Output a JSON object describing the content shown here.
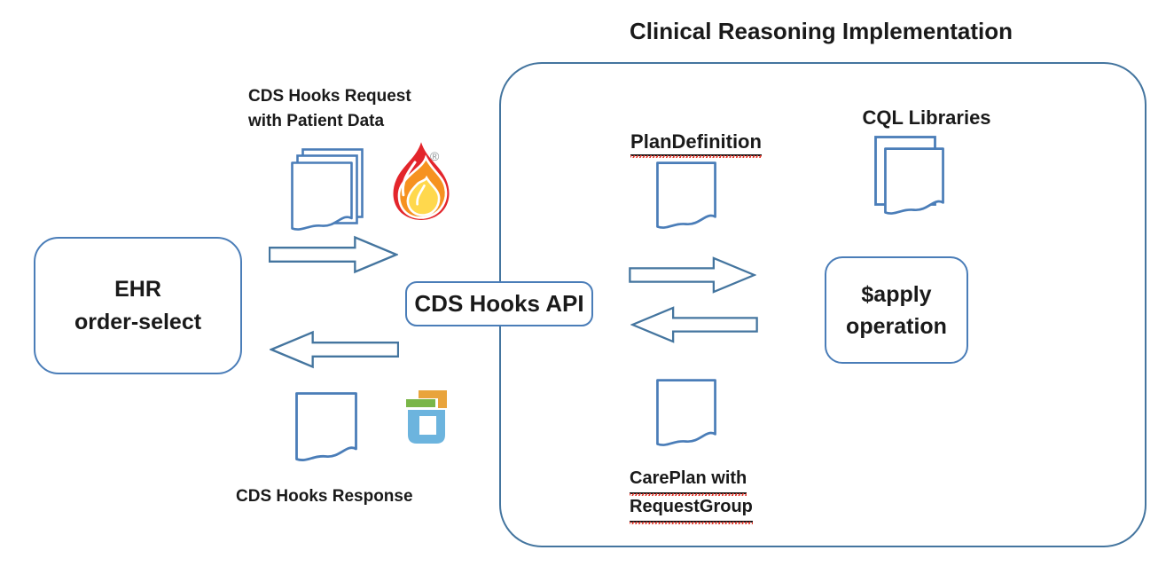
{
  "title": "Clinical Reasoning Implementation",
  "colors": {
    "outline_blue": "#4a7db8",
    "container_blue": "#44759f",
    "text_black": "#1a1a1a",
    "spellcheck_red": "#e8392e",
    "flame_red": "#e3252b",
    "flame_orange": "#f69220",
    "flame_yellow": "#ffd84d",
    "hooks_orange": "#e9a43c",
    "hooks_green": "#7ab648",
    "hooks_blue": "#6cb4de",
    "registered_gray": "#8e9496"
  },
  "nodes": {
    "ehr": {
      "line1": "EHR",
      "line2": "order-select"
    },
    "api": {
      "label": "CDS Hooks API"
    },
    "apply": {
      "line1": "$apply",
      "line2": "operation"
    }
  },
  "labels": {
    "request_line1": "CDS Hooks Request",
    "request_line2": "with Patient Data",
    "response": "CDS Hooks Response",
    "plan_definition": "PlanDefinition",
    "cql_libraries": "CQL Libraries",
    "careplan_line1": "CarePlan with",
    "careplan_line2": "RequestGroup",
    "registered_mark": "®"
  },
  "icons": {
    "fhir_flame": "fhir-flame-icon",
    "cds_hooks_logo": "cds-hooks-logo-icon",
    "document": "document-icon",
    "arrow_right": "arrow-right-icon",
    "arrow_left": "arrow-left-icon"
  }
}
